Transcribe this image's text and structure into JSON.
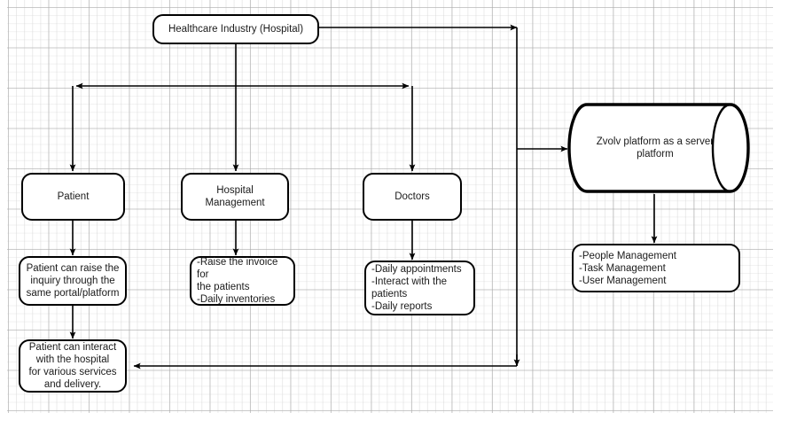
{
  "diagram": {
    "title": "Healthcare Industry (Hospital) flow diagram",
    "background": "#ffffff",
    "grid_color": "#aaaaaa",
    "stroke_color": "#000000",
    "text_color": "#1b1b1b",
    "nodes": {
      "root": {
        "label": "Healthcare Industry (Hospital)"
      },
      "patient": {
        "label": "Patient"
      },
      "hospital_management": {
        "label": "Hospital Management"
      },
      "doctors": {
        "label": "Doctors"
      },
      "patient_detail": {
        "label": "Patient can raise the\ninquiry through the\nsame portal/platform"
      },
      "hospital_detail": {
        "label": "-Raise the invoice for\nthe patients\n-Daily inventories"
      },
      "doctors_detail": {
        "label": "-Daily appointments\n-Interact with the\npatients\n-Daily reports"
      },
      "patient_outcome": {
        "label": "Patient can interact\nwith the hospital\nfor various services\nand delivery."
      },
      "server": {
        "label": "Zvolv platform as a server\nplatform",
        "shape": "cylinder"
      },
      "server_features": {
        "label": "-People Management\n-Task Management\n-User Management"
      }
    },
    "edges": [
      {
        "name": "root-to-right-rail",
        "from": "root",
        "to": "right-rail",
        "arrow": "right"
      },
      {
        "name": "root-to-distribution-bar",
        "from": "root",
        "to": "distribution-bar",
        "arrow": "down"
      },
      {
        "name": "bar-to-patient",
        "from": "distribution-bar",
        "to": "patient",
        "arrow": "down"
      },
      {
        "name": "bar-to-hospital-management",
        "from": "distribution-bar",
        "to": "hospital_management",
        "arrow": "down"
      },
      {
        "name": "bar-to-doctors",
        "from": "distribution-bar",
        "to": "doctors",
        "arrow": "down"
      },
      {
        "name": "patient-to-detail",
        "from": "patient",
        "to": "patient_detail",
        "arrow": "down"
      },
      {
        "name": "hospital-management-to-detail",
        "from": "hospital_management",
        "to": "hospital_detail",
        "arrow": "down"
      },
      {
        "name": "doctors-to-detail",
        "from": "doctors",
        "to": "doctors_detail",
        "arrow": "down"
      },
      {
        "name": "patient-detail-to-outcome",
        "from": "patient_detail",
        "to": "patient_outcome",
        "arrow": "down"
      },
      {
        "name": "rail-to-server",
        "from": "right-rail",
        "to": "server",
        "arrow": "right"
      },
      {
        "name": "server-to-features",
        "from": "server",
        "to": "server_features",
        "arrow": "down"
      },
      {
        "name": "rail-to-patient-outcome",
        "from": "right-rail",
        "to": "patient_outcome",
        "arrow": "left"
      }
    ]
  }
}
